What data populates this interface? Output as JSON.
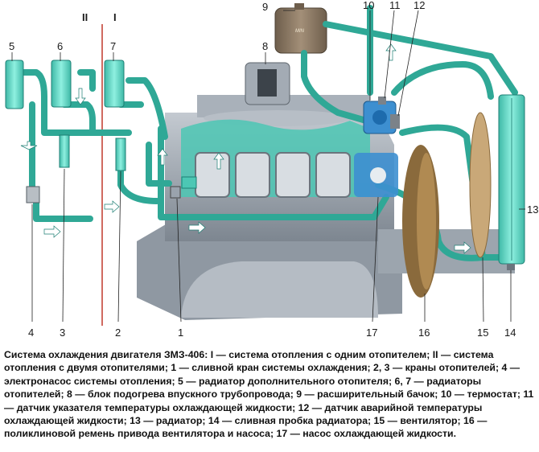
{
  "labels": {
    "n1": "1",
    "n2": "2",
    "n3": "3",
    "n4": "4",
    "n5": "5",
    "n6": "6",
    "n7": "7",
    "n8": "8",
    "n9": "9",
    "n10": "10",
    "n11": "11",
    "n12": "12",
    "n13": "13",
    "n14": "14",
    "n15": "15",
    "n16": "16",
    "n17": "17",
    "sys_two": "II",
    "sys_one": "I",
    "tank_mark": "MIN"
  },
  "caption": "Система охлаждения двигателя ЗМЗ-406: I — система отопления с одним отопителем; II — система отопления с двумя отопителями; 1 — сливной кран системы охлаждения; 2, 3 — краны отопителей; 4 — электронасос системы отопления; 5 — радиатор дополнительного отопителя; 6, 7 — радиаторы отопителей; 8 — блок подогрева впускного трубопровода; 9 — расширительный бачок; 10 — термостат; 11 — датчик указателя температуры охлаждающей жидкости; 12 — датчик аварийной температуры охлаждающей жидкости; 13 — радиатор; 14 — сливная пробка радиатора; 15 — вентилятор; 16 — поликлиновой ремень привода вентилятора и насоса; 17 — насос охлаждающей жидкости.",
  "colors": {
    "coolant": "#4cc7b4",
    "coolant_dark": "#1d7f74",
    "engine": "#9aa3ad",
    "divider": "#c0392b",
    "tank": "#8c7a66"
  }
}
